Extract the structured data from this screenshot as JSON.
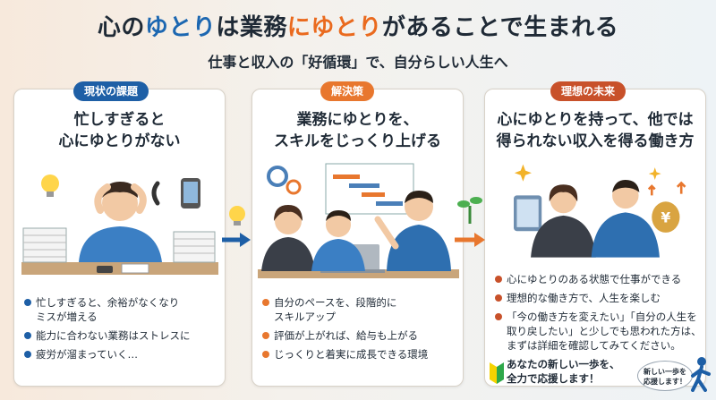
{
  "header": {
    "title_parts": [
      {
        "text": "心の",
        "color": "dark"
      },
      {
        "text": "ゆとり",
        "color": "blue"
      },
      {
        "text": "は業務",
        "color": "dark"
      },
      {
        "text": "に",
        "color": "orange"
      },
      {
        "text": "ゆとり",
        "color": "orange"
      },
      {
        "text": "があることで生まれる",
        "color": "dark"
      }
    ],
    "subtitle": "仕事と収入の「好循環」で、自分らしい人生へ"
  },
  "colors": {
    "blue": "#1c67b1",
    "orange": "#ea6a1e",
    "dark": "#1f2a36"
  },
  "panels": [
    {
      "label": "現状の課題",
      "heading_lines": [
        "忙しすぎると",
        "心にゆとりがない"
      ],
      "illustration": "stressed-worker-with-phones-and-papers",
      "bullets": [
        "忙しすぎると、余裕がなくなり\nミスが増える",
        "能力に合わない業務はストレスに",
        "疲労が溜まっていく…"
      ]
    },
    {
      "label": "解決策",
      "heading_lines": [
        "業務にゆとりを、",
        "スキルをじっくり上げる"
      ],
      "illustration": "team-learning-at-laptop",
      "bullets": [
        "自分のペースを、段階的に\nスキルアップ",
        "評価が上がれば、給与も上がる",
        "じっくりと着実に成長できる環境"
      ]
    },
    {
      "label": "理想の未来",
      "heading_lines": [
        "心にゆとりを持って、他では",
        "得られない収入を得る働き方"
      ],
      "illustration": "happy-workers-with-tablet-and-money-bag",
      "bullets": [
        "心にゆとりのある状態で仕事ができる",
        "理想的な働き方で、人生を楽しむ",
        "「今の働き方を変えたい」「自分の人生を\n取り戻したい」と少しでも思われた方は、\nまずは詳細を確認してみてください。"
      ],
      "closing": "あなたの新しい一歩を、\n全力で応援します！"
    }
  ],
  "badge": {
    "lines": [
      "新しい一歩を",
      "応援します！"
    ]
  },
  "icons": [
    "lightbulb-icon",
    "gear-icon",
    "sprout-icon",
    "beginner-mark-icon",
    "walking-person-icon",
    "right-arrow-icon",
    "yen-bag-icon"
  ]
}
